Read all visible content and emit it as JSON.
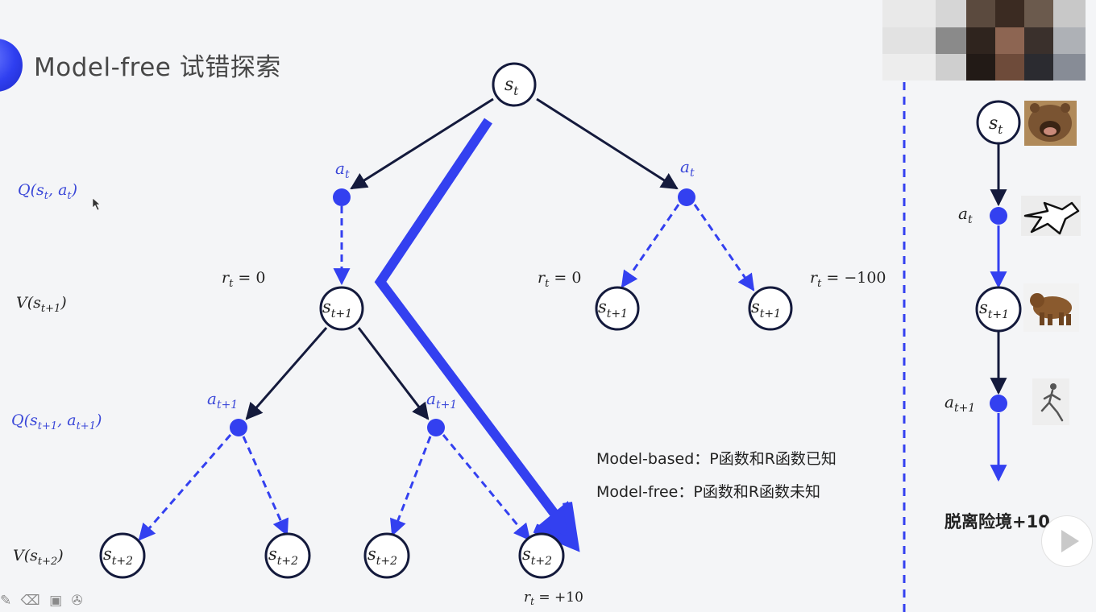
{
  "title": "Model-free 试错探索",
  "left_labels": {
    "q_st_at": [
      "Q(",
      "s",
      "t",
      ", ",
      "a",
      "t",
      ")"
    ],
    "v_st1": [
      "V(",
      "s",
      "t+1",
      ")"
    ],
    "q_st1_at1": [
      "Q(",
      "s",
      "t+1",
      ", ",
      "a",
      "t+1",
      ")"
    ],
    "v_st2": [
      "V(",
      "s",
      "t+2",
      ")"
    ]
  },
  "tree": {
    "root": {
      "main": "s",
      "sub": "t"
    },
    "action_left": {
      "main": "a",
      "sub": "t"
    },
    "action_right": {
      "main": "a",
      "sub": "t"
    },
    "state_left": {
      "main": "s",
      "sub": "t+1"
    },
    "state_mid": {
      "main": "s",
      "sub": "t+1"
    },
    "state_right": {
      "main": "s",
      "sub": "t+1"
    },
    "reward_left": {
      "r": "r",
      "sub": "t",
      "eq": " = 0"
    },
    "reward_mid": {
      "r": "r",
      "sub": "t",
      "eq": " = 0"
    },
    "reward_right": {
      "r": "r",
      "sub": "t",
      "eq": " = −100"
    },
    "action2_left": {
      "main": "a",
      "sub": "t+1"
    },
    "action2_right": {
      "main": "a",
      "sub": "t+1"
    },
    "leaf1": {
      "main": "s",
      "sub": "t+2"
    },
    "leaf2": {
      "main": "s",
      "sub": "t+2"
    },
    "leaf3": {
      "main": "s",
      "sub": "t+2"
    },
    "leaf4": {
      "main": "s",
      "sub": "t+2"
    },
    "reward_leaf": {
      "r": "r",
      "sub": "t",
      "eq": " = +10"
    }
  },
  "notes": {
    "model_based": "Model-based：P函数和R函数已知",
    "model_free": "Model-free：P函数和R函数未知"
  },
  "side": {
    "state1": {
      "main": "s",
      "sub": "t"
    },
    "action1": {
      "main": "a",
      "sub": "t"
    },
    "state2": {
      "main": "s",
      "sub": "t+1"
    },
    "action2": {
      "main": "a",
      "sub": "t+1"
    },
    "title": "脱离险境+10"
  },
  "colors": {
    "blue": "#3340f0",
    "navy": "#141a3c",
    "label_blue": "#3a47d8",
    "text_dark": "#222222"
  },
  "icons": [
    "bear-roaring-icon",
    "fleeing-figure-icon",
    "bear-walking-icon",
    "running-person-icon",
    "play-button-icon",
    "toolbar-icons"
  ]
}
